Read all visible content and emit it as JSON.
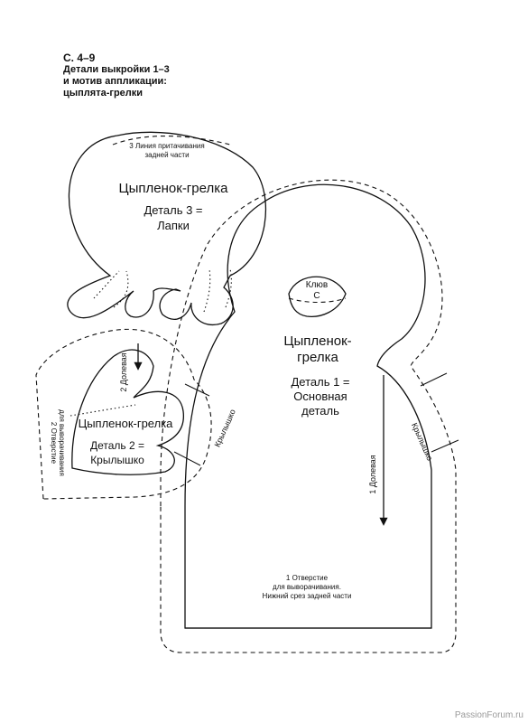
{
  "header": {
    "lines": [
      "С. 4–9",
      "Детали выкройки 1–3",
      "и мотив аппликации:",
      "цыплята-грелки"
    ]
  },
  "detail3": {
    "stitch_line_1": "3 Линия притачивания",
    "stitch_line_2": "задней части",
    "name": "Цыпленок-грелка",
    "part_1": "Деталь 3 =",
    "part_2": "Лапки"
  },
  "beak": {
    "label_1": "Клюв",
    "label_2": "С"
  },
  "detail1": {
    "name_1": "Цыпленок-",
    "name_2": "грелка",
    "part_1": "Деталь 1 =",
    "part_2": "Основная",
    "part_3": "деталь",
    "grain": "1 Долевая",
    "wing_left": "Крылышко",
    "wing_right": "Крылышко",
    "opening_1": "1 Отверстие",
    "opening_2": "для выворачивания.",
    "opening_3": "Нижний срез задней части"
  },
  "detail2": {
    "grain": "2 Долевая",
    "name": "Цыпленок-грелка",
    "part_1": "Деталь 2 =",
    "part_2": "Крылышко",
    "opening_1": "2 Отверстие",
    "opening_2": "для выворачивания"
  },
  "watermark": "PassionForum.ru",
  "colors": {
    "line": "#111111",
    "watermark": "#9a9a9a"
  }
}
